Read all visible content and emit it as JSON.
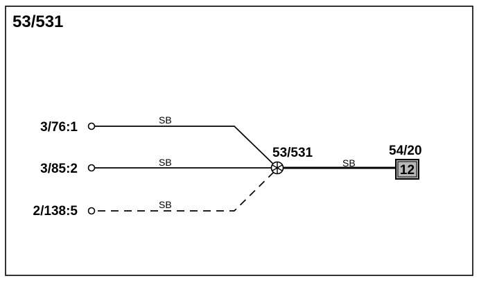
{
  "title": "53/531",
  "terminals": [
    {
      "label": "3/76:1",
      "wire": "SB",
      "style": "solid"
    },
    {
      "label": "3/85:2",
      "wire": "SB",
      "style": "solid"
    },
    {
      "label": "2/138:5",
      "wire": "SB",
      "style": "dashed"
    }
  ],
  "splice": {
    "label": "53/531"
  },
  "output_wire": {
    "label": "SB"
  },
  "connector": {
    "label": "54/20",
    "pin": "12"
  }
}
